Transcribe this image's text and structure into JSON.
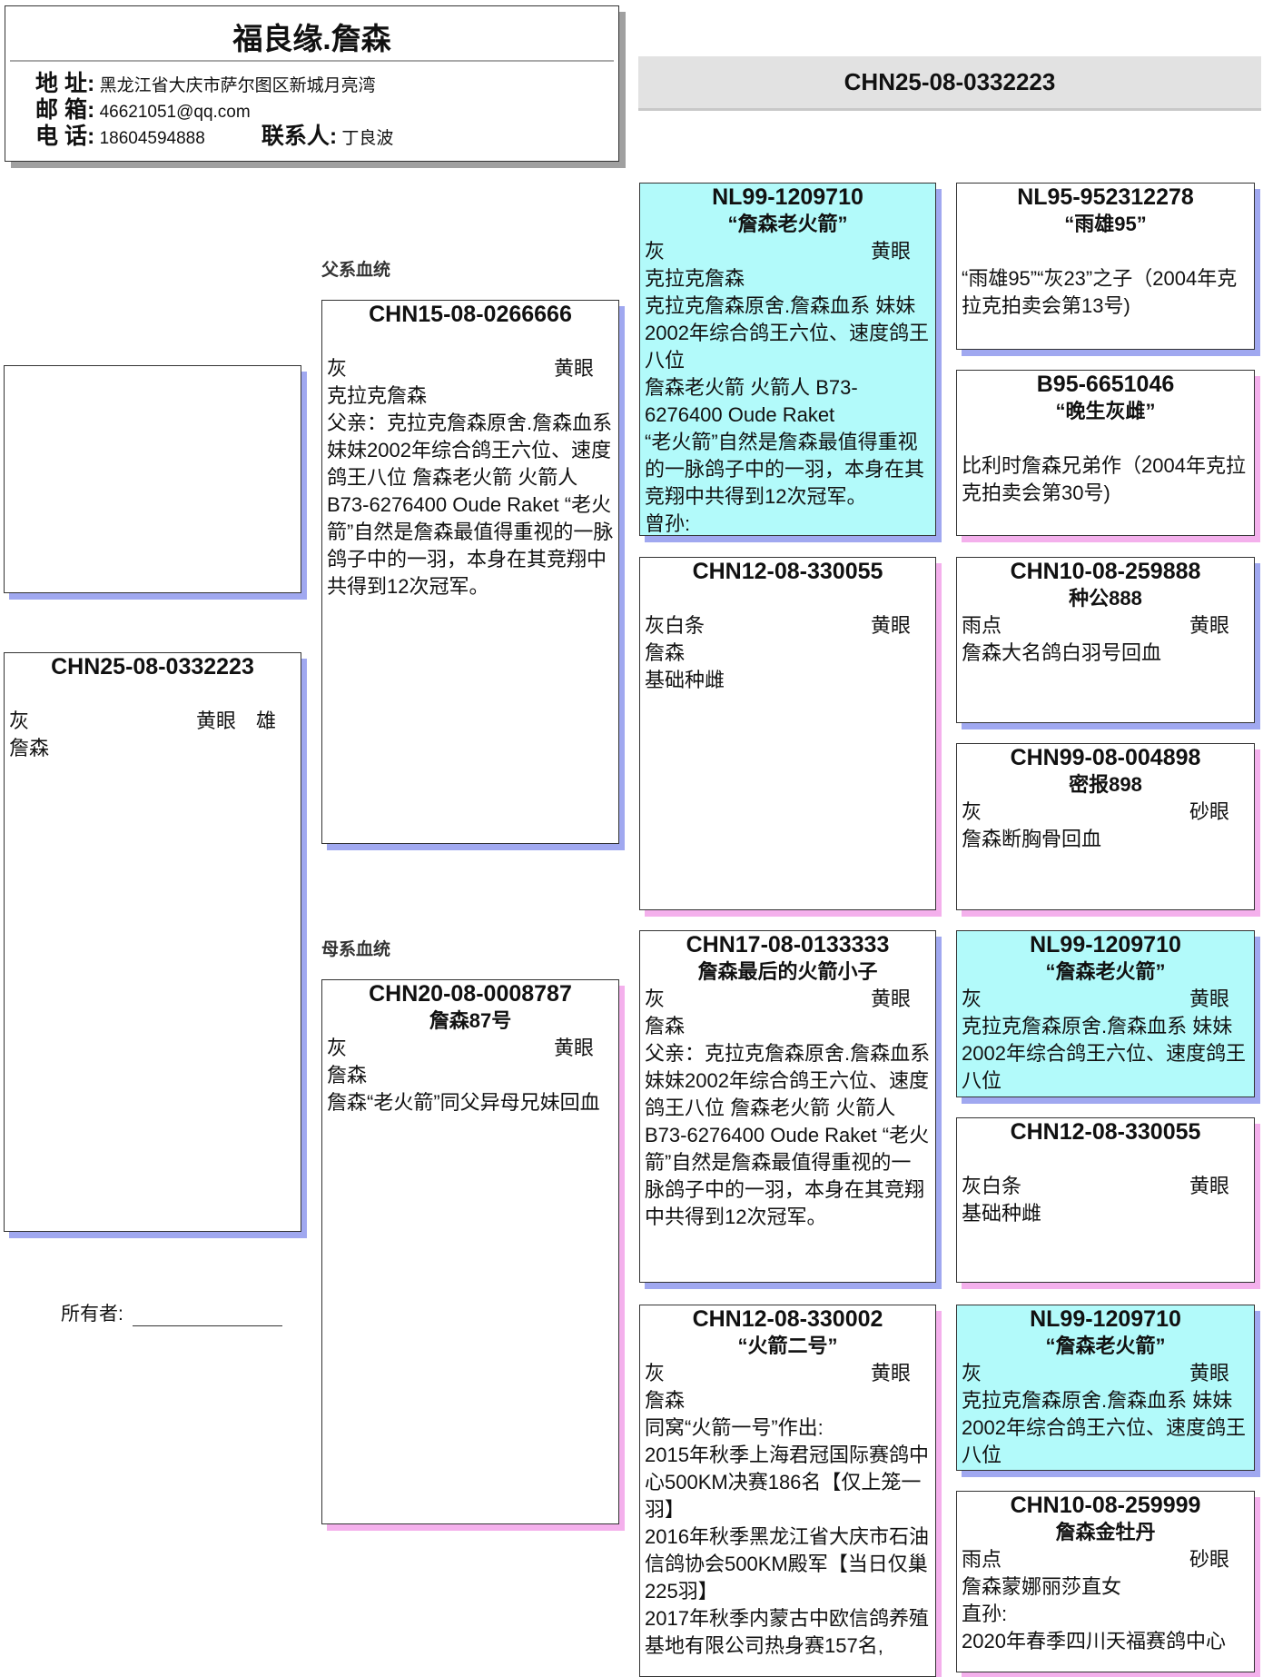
{
  "header": {
    "title": "福良缘.詹森",
    "address_label": "地 址:",
    "address": "黑龙江省大庆市萨尔图区新城月亮湾",
    "email_label": "邮 箱:",
    "email": "46621051@qq.com",
    "phone_label": "电 话:",
    "phone": "18604594888",
    "contact_label": "联系人:",
    "contact": "丁良波"
  },
  "title_bar": "CHN25-08-0332223",
  "sire_line_label": "父系血统",
  "dam_line_label": "母系血统",
  "owner_label": "所有者:",
  "colors": {
    "male_shadow": "#a0a8f0",
    "female_shadow": "#f4b0ec",
    "highlight": "#b2fafa"
  },
  "boxes": {
    "main": {
      "id": "CHN25-08-0332223",
      "name": "",
      "color": "灰",
      "eye": "黄眼",
      "sex": "雄",
      "lines": [
        "詹森"
      ]
    },
    "sire": {
      "id": "CHN15-08-0266666",
      "name": "",
      "color": "灰",
      "eye": "黄眼",
      "lines": [
        "克拉克詹森",
        "父亲：克拉克詹森原舍.詹森血系 妹妹2002年综合鸽王六位、速度鸽王八位 詹森老火箭 火箭人 B73-6276400 Oude Raket “老火箭”自然是詹森最值得重视的一脉鸽子中的一羽，本身在其竞翔中共得到12次冠军。"
      ]
    },
    "dam": {
      "id": "CHN20-08-0008787",
      "name": "詹森87号",
      "color": "灰",
      "eye": "黄眼",
      "lines": [
        "詹森",
        "詹森“老火箭”同父异母兄妹回血"
      ]
    },
    "ss": {
      "id": "NL99-1209710",
      "name": "“詹森老火箭”",
      "color": "灰",
      "eye": "黄眼",
      "lines": [
        "克拉克詹森",
        "克拉克詹森原舍.詹森血系 妹妹2002年综合鸽王六位、速度鸽王八位",
        "詹森老火箭 火箭人 B73-6276400 Oude Raket",
        "“老火箭”自然是詹森最值得重视的一脉鸽子中的一羽，本身在其竞翔中共得到12次冠军。",
        "曾孙:"
      ]
    },
    "sd": {
      "id": "CHN12-08-330055",
      "name": "",
      "color": "灰白条",
      "eye": "黄眼",
      "lines": [
        "詹森",
        "基础种雌"
      ]
    },
    "ds": {
      "id": "CHN17-08-0133333",
      "name": "詹森最后的火箭小子",
      "color": "灰",
      "eye": "黄眼",
      "lines": [
        "詹森",
        "父亲：克拉克詹森原舍.詹森血系 妹妹2002年综合鸽王六位、速度鸽王八位 詹森老火箭 火箭人 B73-6276400 Oude Raket “老火箭”自然是詹森最值得重视的一脉鸽子中的一羽，本身在其竞翔中共得到12次冠军。"
      ]
    },
    "dd": {
      "id": "CHN12-08-330002",
      "name": "“火箭二号”",
      "color": "灰",
      "eye": "黄眼",
      "lines": [
        "詹森",
        "同窝“火箭一号”作出:",
        "2015年秋季上海君冠国际赛鸽中心500KM决赛186名【仅上笼一羽】",
        "2016年秋季黑龙江省大庆市石油信鸽协会500KM殿军【当日仅巢225羽】",
        "2017年秋季内蒙古中欧信鸽养殖基地有限公司热身赛157名,"
      ]
    },
    "sss": {
      "id": "NL95-952312278",
      "name": "“雨雄95”",
      "color": "",
      "eye": "",
      "lines": [
        "“雨雄95”“灰23”之子（2004年克拉克拍卖会第13号)"
      ]
    },
    "ssd": {
      "id": "B95-6651046",
      "name": "“晚生灰雌”",
      "color": "",
      "eye": "",
      "lines": [
        "比利时詹森兄弟作（2004年克拉克拍卖会第30号)"
      ]
    },
    "sds": {
      "id": "CHN10-08-259888",
      "name": "种公888",
      "color": "雨点",
      "eye": "黄眼",
      "lines": [
        "詹森大名鸽白羽号回血"
      ]
    },
    "sdd": {
      "id": "CHN99-08-004898",
      "name": "密报898",
      "color": "灰",
      "eye": "砂眼",
      "lines": [
        "詹森断胸骨回血"
      ]
    },
    "dss": {
      "id": "NL99-1209710",
      "name": "“詹森老火箭”",
      "color": "灰",
      "eye": "黄眼",
      "lines": [
        "克拉克詹森原舍.詹森血系 妹妹2002年综合鸽王六位、速度鸽王八位"
      ]
    },
    "dsd": {
      "id": "CHN12-08-330055",
      "name": "",
      "color": "灰白条",
      "eye": "黄眼",
      "lines": [
        "基础种雌"
      ]
    },
    "dds": {
      "id": "NL99-1209710",
      "name": "“詹森老火箭”",
      "color": "灰",
      "eye": "黄眼",
      "lines": [
        "克拉克詹森原舍.詹森血系 妹妹2002年综合鸽王六位、速度鸽王八位"
      ]
    },
    "ddd": {
      "id": "CHN10-08-259999",
      "name": "詹森金牡丹",
      "color": "雨点",
      "eye": "砂眼",
      "lines": [
        "詹森蒙娜丽莎直女",
        "直孙:",
        "2020年春季四川天福赛鸽中心"
      ]
    }
  }
}
